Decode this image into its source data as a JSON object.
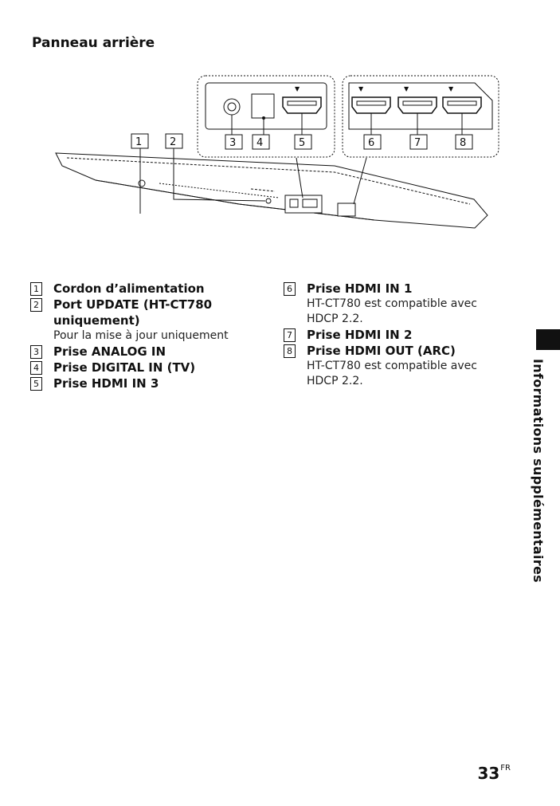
{
  "heading": "Panneau arrière",
  "diagram_markers": [
    "1",
    "2",
    "3",
    "4",
    "5",
    "6",
    "7",
    "8"
  ],
  "left_items": [
    {
      "num": "1",
      "label": "Cordon d’alimentation",
      "desc": ""
    },
    {
      "num": "2",
      "label": "Port UPDATE (HT-CT780 uniquement)",
      "desc": "Pour la mise à jour uniquement"
    },
    {
      "num": "3",
      "label": "Prise ANALOG IN",
      "desc": ""
    },
    {
      "num": "4",
      "label": "Prise DIGITAL IN (TV)",
      "desc": ""
    },
    {
      "num": "5",
      "label": "Prise HDMI IN 3",
      "desc": ""
    }
  ],
  "right_items": [
    {
      "num": "6",
      "label": "Prise HDMI IN 1",
      "desc": "HT-CT780 est compatible avec HDCP 2.2."
    },
    {
      "num": "7",
      "label": "Prise HDMI IN 2",
      "desc": ""
    },
    {
      "num": "8",
      "label": "Prise HDMI OUT (ARC)",
      "desc": "HT-CT780 est compatible avec HDCP 2.2."
    }
  ],
  "side_label": "Informations supplémentaires",
  "page_number": "33",
  "page_suffix": "FR"
}
